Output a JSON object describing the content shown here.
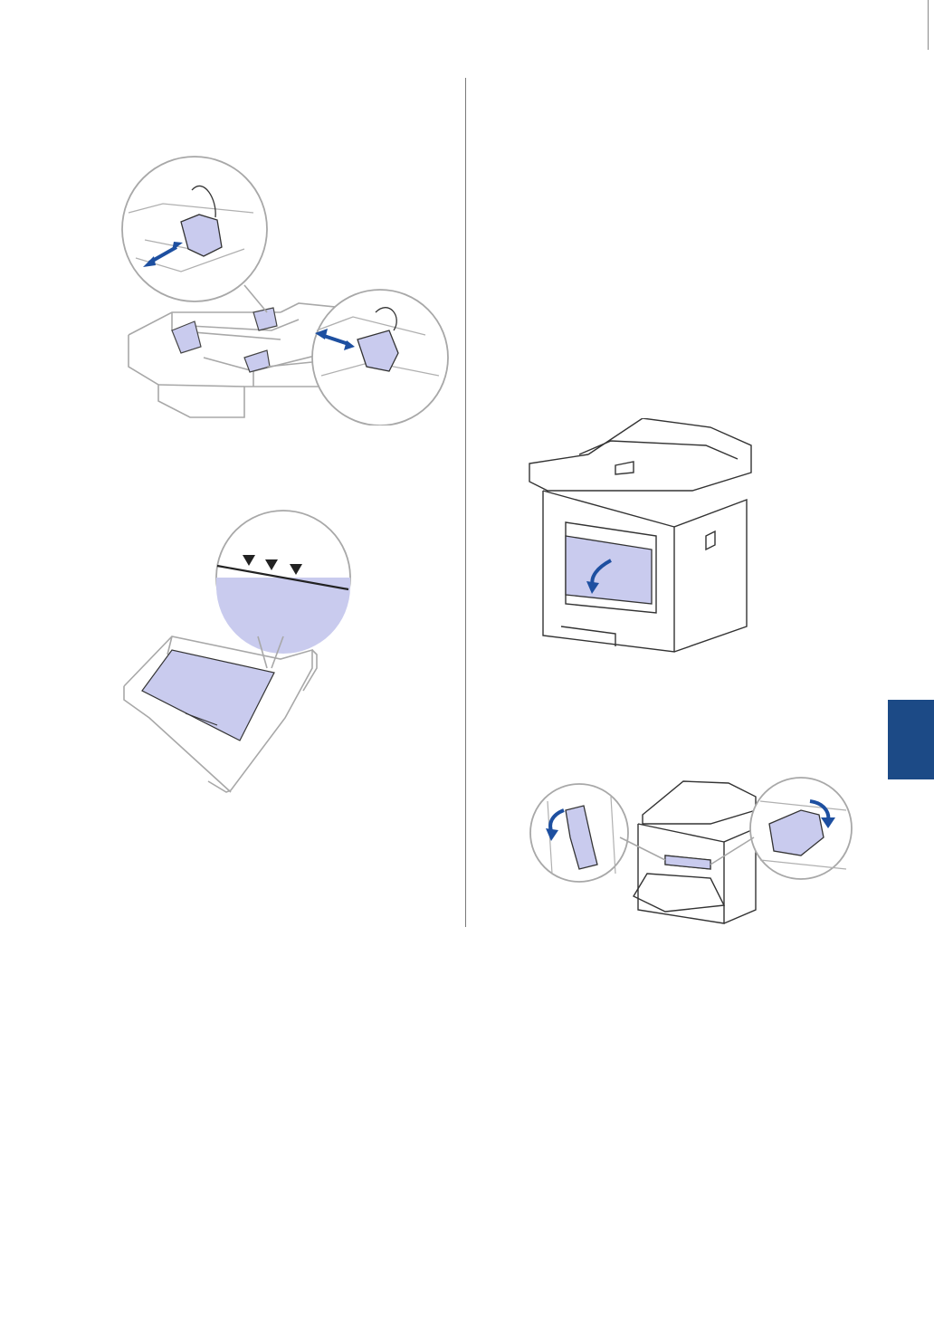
{
  "page": {
    "colors": {
      "background": "#ffffff",
      "accent_blue": "#1c4a86",
      "arrow_blue": "#1d4fa0",
      "highlight_lavender": "#c9cbee",
      "line_gray": "#a8a8a8",
      "divider_gray": "#7a7a7a"
    }
  },
  "illustrations": {
    "tray_guides": {
      "icon": "paper-tray-guides-illustration"
    },
    "paper_level": {
      "icon": "paper-level-marks-illustration"
    },
    "rear_cover": {
      "icon": "printer-rear-cover-open-illustration"
    },
    "fuser_levers": {
      "icon": "fuser-cover-levers-illustration"
    }
  },
  "side_tab": {
    "color": "#1c4a86"
  }
}
